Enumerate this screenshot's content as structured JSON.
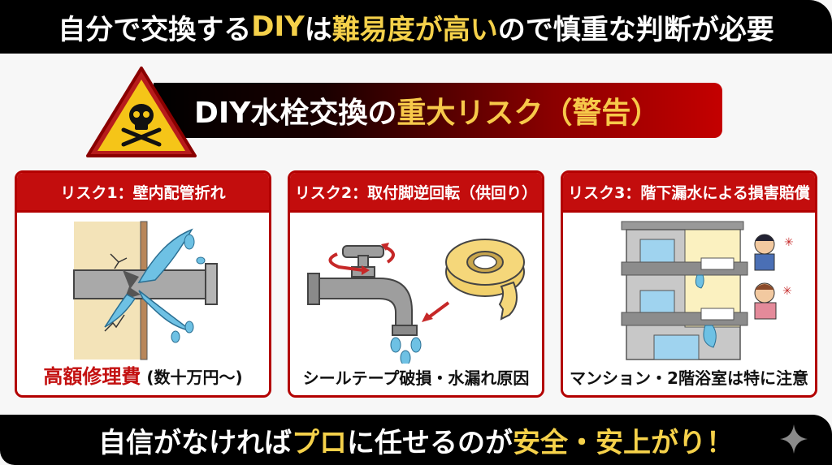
{
  "header": {
    "part1": "自分で交換する",
    "part2_highlight": "DIY",
    "part3": "は",
    "part4_highlight": "難易度が高い",
    "part5": "ので慎重な判断が必要"
  },
  "warning_banner": {
    "title_white": "DIY水栓交換の",
    "title_yellow": "重大リスク（警告）",
    "icon": "skull-crossbones-warning-triangle"
  },
  "cards": [
    {
      "title": "リスク1：壁内配管折れ",
      "illustration": "broken-pipe-in-wall",
      "footer_red": "高額修理費",
      "footer_black": " (数十万円〜)"
    },
    {
      "title": "リスク2：取付脚逆回転（供回り）",
      "illustration": "faucet-rotation-and-seal-tape",
      "footer_black": "シールテープ破損・水漏れ原因"
    },
    {
      "title": "リスク3：階下漏水による損害賠償",
      "illustration": "apartment-water-leak-downstairs",
      "footer_black": "マンション・2階浴室は特に注意"
    }
  ],
  "footer": {
    "part1": "自信がなければ",
    "part2_highlight": "プロ",
    "part3": "に任せるのが",
    "part4_highlight": "安全・安上がり！",
    "icon": "sparkle-icon"
  },
  "colors": {
    "highlight_yellow": "#f5d14a",
    "accent_red": "#c30d0d",
    "bar_black": "#000000"
  }
}
